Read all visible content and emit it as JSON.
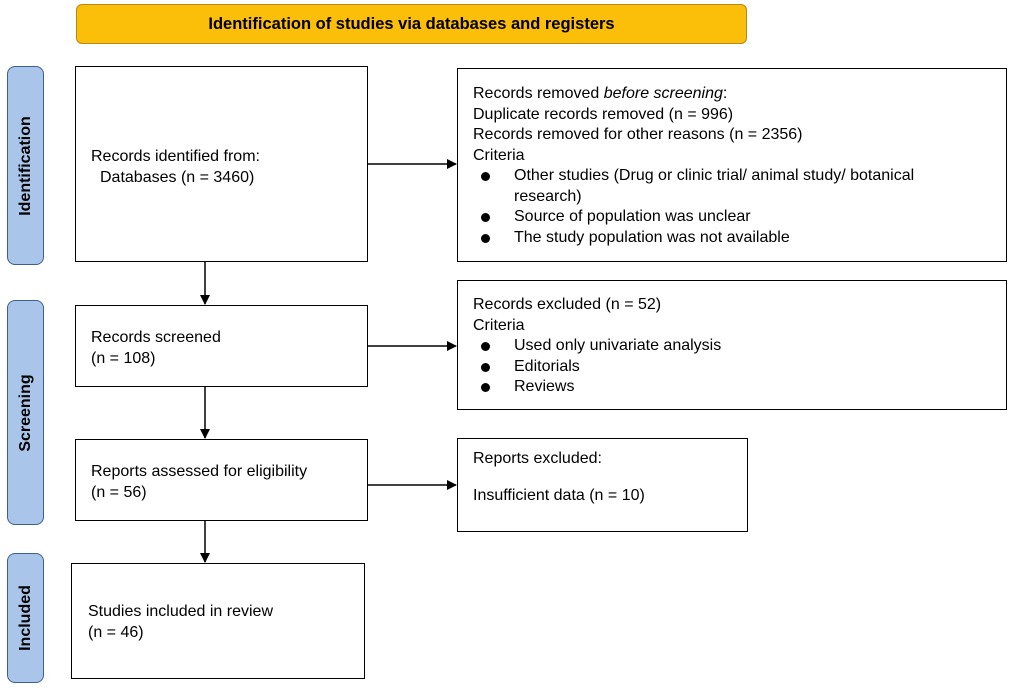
{
  "header": {
    "title": "Identification of studies via databases and registers"
  },
  "phases": {
    "identification": "Identification",
    "screening": "Screening",
    "included": "Included"
  },
  "identified": {
    "line1": "Records identified from:",
    "line2": "Databases (n = 3460)"
  },
  "removed": {
    "title_prefix": "Records removed ",
    "title_italic": "before screening",
    "title_suffix": ":",
    "duplicate": "Duplicate records removed (n = 996)",
    "other": "Records removed for other reasons (n = 2356)",
    "criteria_label": "Criteria",
    "criteria": [
      "Other studies (Drug or clinic trial/ animal study/ botanical research)",
      "Source of population was unclear",
      "The study population was not available"
    ]
  },
  "screened": {
    "line1": "Records screened",
    "line2": "(n = 108)"
  },
  "excluded": {
    "title": "Records excluded (n = 52)",
    "criteria_label": "Criteria",
    "criteria": [
      "Used only univariate analysis",
      "Editorials",
      "Reviews"
    ]
  },
  "assessed": {
    "line1": "Reports assessed for eligibility",
    "line2": "(n = 56)"
  },
  "reports_excluded": {
    "title": "Reports excluded:",
    "reason": "Insufficient data (n = 10)"
  },
  "included": {
    "line1": "Studies included in review",
    "line2": "(n = 46)"
  }
}
